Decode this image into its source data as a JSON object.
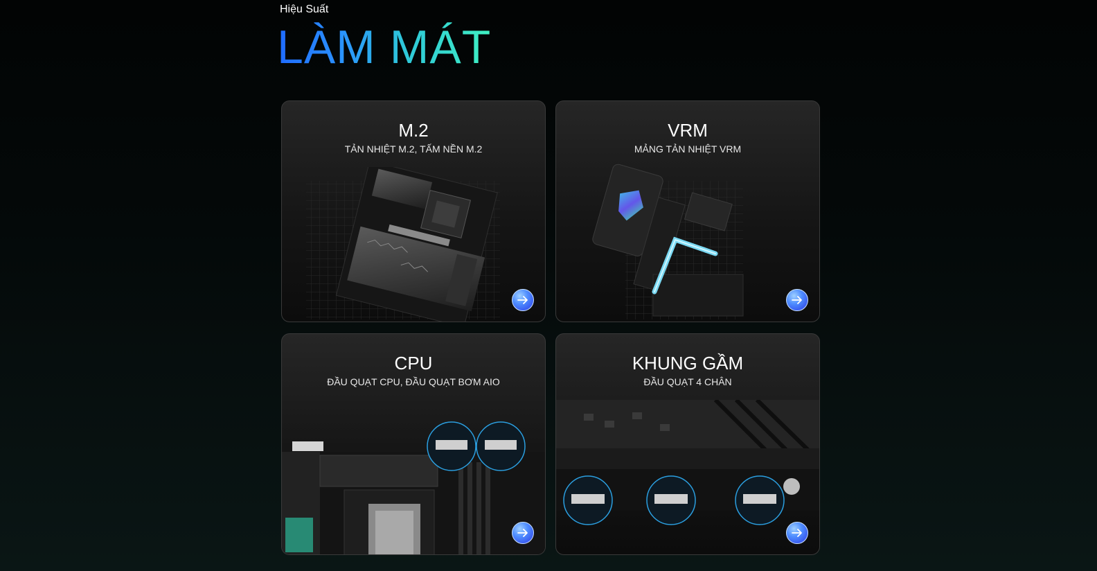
{
  "section": {
    "eyebrow": "Hiệu Suất",
    "heading": "LÀM MÁT"
  },
  "cards": [
    {
      "title": "M.2",
      "subtitle": "TẢN NHIỆT M.2, TẤM NỀN M.2",
      "icon": "arrow-right-icon"
    },
    {
      "title": "VRM",
      "subtitle": "MẢNG TẢN NHIỆT VRM",
      "icon": "arrow-right-icon"
    },
    {
      "title": "CPU",
      "subtitle": "ĐẦU QUẠT CPU, ĐẦU QUẠT BƠM AIO",
      "icon": "arrow-right-icon"
    },
    {
      "title": "KHUNG GẦM",
      "subtitle": "ĐẦU QUẠT 4 CHÂN",
      "icon": "arrow-right-icon"
    }
  ],
  "colors": {
    "heading_gradient_start": "#1f6bff",
    "heading_gradient_end": "#3ff0c2",
    "button_blue": "#4f8dff",
    "glow_cyan": "#3fd8ff"
  }
}
